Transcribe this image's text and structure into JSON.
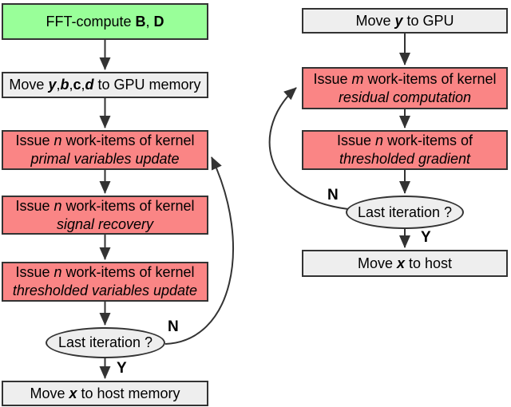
{
  "colors": {
    "process_green": "#99ff99",
    "kernel_red": "#fa8585",
    "memory_gray": "#eeeeee",
    "border": "#333333",
    "line": "#333333"
  },
  "left_flow": {
    "nodes": [
      {
        "id": "fft-compute",
        "lines": [
          [
            {
              "t": "FFT-compute ",
              "s": ""
            },
            {
              "t": "B",
              "s": "b"
            },
            {
              "t": ", ",
              "s": ""
            },
            {
              "t": "D",
              "s": "b"
            }
          ]
        ]
      },
      {
        "id": "move-to-gpu",
        "lines": [
          [
            {
              "t": "Move ",
              "s": ""
            },
            {
              "t": "y",
              "s": "bi"
            },
            {
              "t": ",",
              "s": ""
            },
            {
              "t": "b",
              "s": "bi"
            },
            {
              "t": ",",
              "s": ""
            },
            {
              "t": "c",
              "s": "b"
            },
            {
              "t": ",",
              "s": ""
            },
            {
              "t": "d",
              "s": "bi"
            },
            {
              "t": " to GPU memory",
              "s": ""
            }
          ]
        ]
      },
      {
        "id": "primal-variables-update",
        "lines": [
          [
            {
              "t": "Issue ",
              "s": ""
            },
            {
              "t": "n",
              "s": "i"
            },
            {
              "t": " work-items of kernel",
              "s": ""
            }
          ],
          [
            {
              "t": "primal variables update",
              "s": "i"
            }
          ]
        ]
      },
      {
        "id": "signal-recovery",
        "lines": [
          [
            {
              "t": "Issue ",
              "s": ""
            },
            {
              "t": "n",
              "s": "i"
            },
            {
              "t": " work-items of kernel",
              "s": ""
            }
          ],
          [
            {
              "t": "signal recovery",
              "s": "i"
            }
          ]
        ]
      },
      {
        "id": "thresholded-variables-update",
        "lines": [
          [
            {
              "t": "Issue ",
              "s": ""
            },
            {
              "t": "n",
              "s": "i"
            },
            {
              "t": " work-items of kernel",
              "s": ""
            }
          ],
          [
            {
              "t": "thresholded variables update",
              "s": "i"
            }
          ]
        ]
      },
      {
        "id": "last-iteration",
        "lines": [
          [
            {
              "t": "Last iteration ?",
              "s": ""
            }
          ]
        ]
      },
      {
        "id": "move-to-host",
        "lines": [
          [
            {
              "t": "Move ",
              "s": ""
            },
            {
              "t": "x",
              "s": "bi"
            },
            {
              "t": " to host memory",
              "s": ""
            }
          ]
        ]
      }
    ],
    "no_label": "N",
    "yes_label": "Y"
  },
  "right_flow": {
    "nodes": [
      {
        "id": "move-y-to-gpu",
        "lines": [
          [
            {
              "t": "Move ",
              "s": ""
            },
            {
              "t": "y",
              "s": "bi"
            },
            {
              "t": " to GPU",
              "s": ""
            }
          ]
        ]
      },
      {
        "id": "residual-computation",
        "lines": [
          [
            {
              "t": "Issue ",
              "s": ""
            },
            {
              "t": "m",
              "s": "i"
            },
            {
              "t": " work-items of kernel",
              "s": ""
            }
          ],
          [
            {
              "t": "residual computation",
              "s": "i"
            }
          ]
        ]
      },
      {
        "id": "thresholded-gradient",
        "lines": [
          [
            {
              "t": "Issue ",
              "s": ""
            },
            {
              "t": "n",
              "s": "i"
            },
            {
              "t": " work-items of",
              "s": ""
            }
          ],
          [
            {
              "t": "thresholded gradient",
              "s": "i"
            }
          ]
        ]
      },
      {
        "id": "last-iteration",
        "lines": [
          [
            {
              "t": "Last iteration ?",
              "s": ""
            }
          ]
        ]
      },
      {
        "id": "move-x-to-host",
        "lines": [
          [
            {
              "t": "Move ",
              "s": ""
            },
            {
              "t": "x",
              "s": "bi"
            },
            {
              "t": " to host",
              "s": ""
            }
          ]
        ]
      }
    ],
    "no_label": "N",
    "yes_label": "Y"
  }
}
